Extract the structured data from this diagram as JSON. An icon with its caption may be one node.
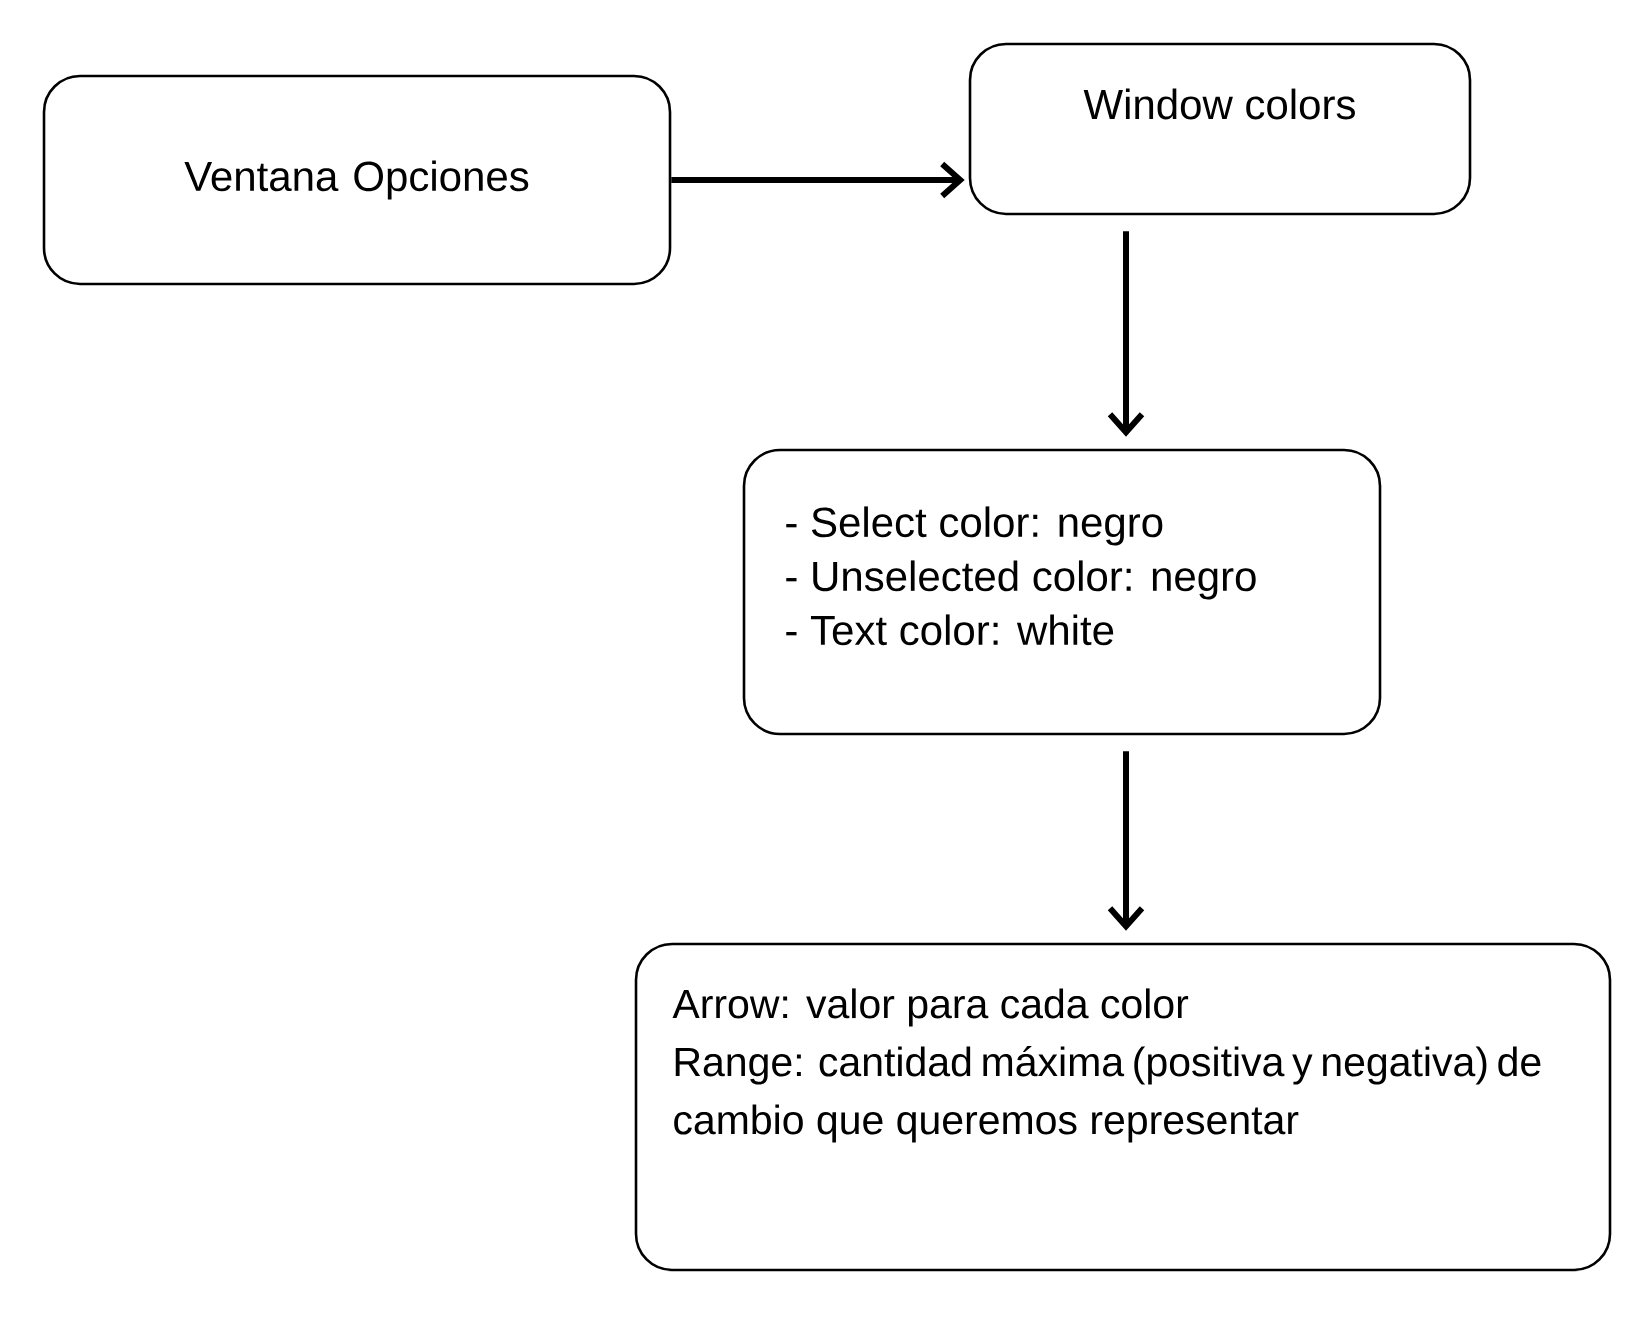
{
  "diagram": {
    "nodes": [
      {
        "text": [
          "Ventana Opciones"
        ]
      },
      {
        "text": [
          "Window colors"
        ]
      },
      {
        "text": [
          "- Select color: negro",
          "- Unselected color: negro",
          "- Text color: white"
        ]
      },
      {
        "text": [
          "Arrow: valor para cada color",
          "Range: cantidad máxima (positiva y negativa) de cambio que queremos representar"
        ]
      }
    ],
    "edges": [
      {
        "from": 0,
        "to": 1,
        "arrow": "to"
      },
      {
        "from": 1,
        "to": 2,
        "arrow": "to"
      },
      {
        "from": 2,
        "to": 3,
        "arrow": "to"
      }
    ]
  }
}
